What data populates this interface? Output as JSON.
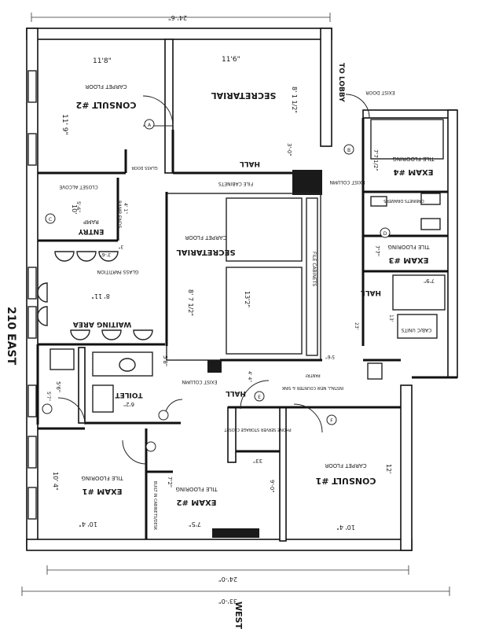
{
  "rooms": {
    "consult2": {
      "name": "CONSULT #2",
      "floor": "CARPET FLOOR",
      "width": "11'8\"",
      "height": "11' 9\""
    },
    "secretarial_top": {
      "name": "SECRETARIAL",
      "width": "11'6\"",
      "height": "8' 1 1/2\""
    },
    "secretarial_main": {
      "name": "SECRETARIAL",
      "floor": "CARPET FLOOR",
      "dim1": "13'2\"",
      "dim2": "8' 7 1/2\""
    },
    "waiting": {
      "name": "WAITING AREA",
      "width": "8' 11\""
    },
    "entry": {
      "name": "ENTRY",
      "ramp": "RAMP",
      "ramp_dim": "10'",
      "ramp_note": "RAMP ENDS"
    },
    "closet": {
      "name": "CLOSET ALCOVE"
    },
    "toilet": {
      "name": "TOILET",
      "dim1": "5'8\"",
      "dim2": "6'2\"",
      "dim3": "5'6\""
    },
    "exam1": {
      "name": "EXAM #1",
      "floor": "TILE FLOORING",
      "dim1": "10' 4\"",
      "dim2": "10' 4\""
    },
    "exam2": {
      "name": "EXAM #2",
      "floor": "TILE FLOORING",
      "dim1": "7'5\"",
      "dim2": "7'2\"",
      "note": "BUILT IN CABINETS/DESK"
    },
    "exam3": {
      "name": "EXAM #3",
      "floor": "TILE FLOORING",
      "dim1": "7'7\"",
      "dim2": "7'9\""
    },
    "exam4": {
      "name": "EXAM #4",
      "floor": "TILE FLOORING",
      "dim1": "7'7 1/2\""
    },
    "consult1": {
      "name": "CONSULT #1",
      "floor": "CARPET FLOOR",
      "dim1": "12'",
      "dim2": "10' 4\""
    },
    "storage": {
      "name": "PHONE SERVER STORAGE CLOSET",
      "dim": "33\""
    }
  },
  "labels": {
    "hall_top": "HALL",
    "hall_right": "HALL",
    "hall_center": "HALL",
    "to_lobby": "TO LOBBY",
    "exist_door": "EXIST DOOR",
    "exist_column_top": "EXIST COLUMN",
    "exist_column_mid": "EXIST COLUMN",
    "glass_partition": "GLASS PARTITION",
    "glass_door": "GLASS DOOR",
    "file_cabinets_top": "FILE CABINETS",
    "file_cabinets_side": "FILE CABINETS",
    "cabinets_drawers": "CABINETS DRAWERS",
    "cabinets_units": "CAB/C UNITS",
    "sink_note": "INSTALL NEW COUNTER & SINK",
    "pantry": "PANTRY",
    "street": "210 EAST",
    "west": "WEST",
    "top_dim": "24'-6\"",
    "bottom_dim_1": "24'-0\"",
    "bottom_dim_2": "33'-0\"",
    "dim_3_0": "3'-0\"",
    "dim_9_0": "9'-0\"",
    "dim_5_6": "5'-6\"",
    "dim_4_4": "4' 4\"",
    "dim_3_6": "3'-6\"",
    "dim_5_6b": "5'6\"",
    "dim_23": "23'",
    "dim_13": "13'",
    "dim_5_7": "5'7\"",
    "dim_4_1": "4' 1\"",
    "dim_3": "3\"",
    "tag_A": "A",
    "tag_B": "B",
    "tag_C": "C",
    "tag_D": "D",
    "tag_E": "E",
    "tag_F": "F"
  }
}
